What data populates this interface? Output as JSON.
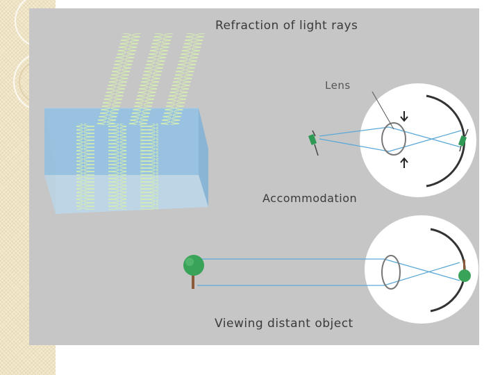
{
  "labels": {
    "title": "Refraction of light rays",
    "lens": "Lens",
    "accommodation": "Accommodation",
    "distant": "Viewing distant object"
  },
  "colors": {
    "panel": "#c6c6c6",
    "water": "#8fbfe0",
    "ray": "#5aa8d8",
    "coil": "#d8f0b0",
    "tree": "#3aa35a"
  }
}
